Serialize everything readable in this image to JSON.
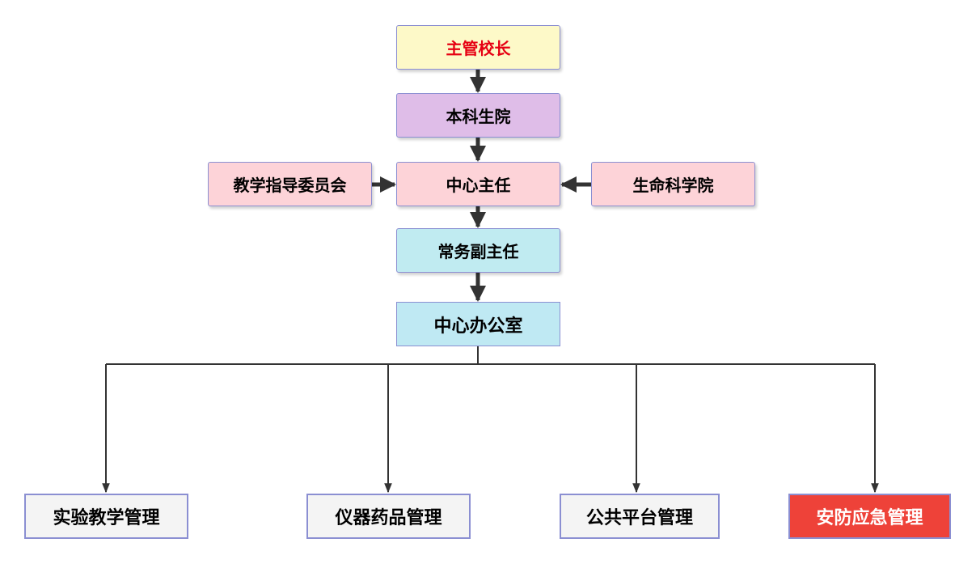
{
  "nodes": {
    "principal": {
      "label": "主管校长",
      "color": "#e60012"
    },
    "undergrad": {
      "label": "本科生院"
    },
    "teaching_committee": {
      "label": "教学指导委员会"
    },
    "director": {
      "label": "中心主任"
    },
    "life_science": {
      "label": "生命科学院"
    },
    "deputy_director": {
      "label": "常务副主任"
    },
    "office": {
      "label": "中心办公室"
    }
  },
  "departments": [
    {
      "label": "实验教学管理"
    },
    {
      "label": "仪器药品管理"
    },
    {
      "label": "公共平台管理"
    },
    {
      "label": "安防应急管理",
      "color": "#ffffff",
      "fill": "#ee4239"
    }
  ],
  "colors": {
    "line": "#333333",
    "node_border": "#8b8fd2",
    "principal_fill": "#fdf9c8",
    "undergrad_fill": "#dfbde8",
    "director_row_fill": "#fdd3d8",
    "deputy_fill": "#c0ebf1",
    "office_fill": "#bfe9f3",
    "department_fill": "#f4f4f4"
  }
}
